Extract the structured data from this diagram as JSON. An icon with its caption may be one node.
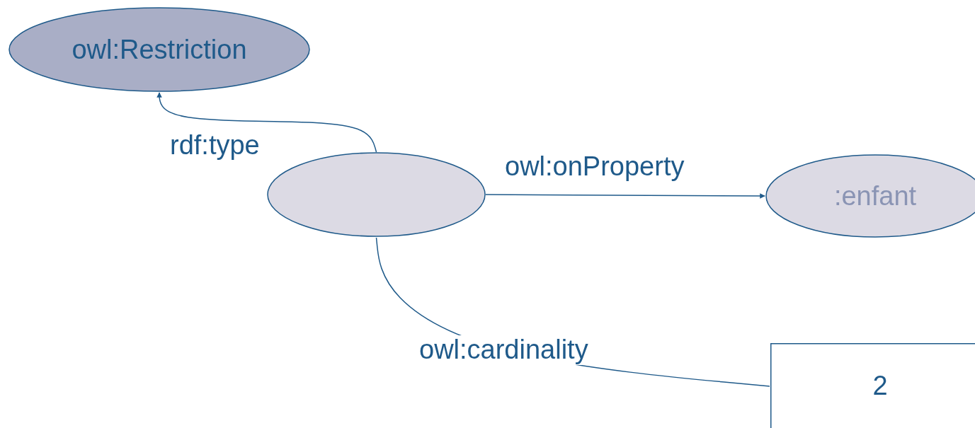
{
  "diagram": {
    "nodes": [
      {
        "text": [
          "owl:Restriction"
        ]
      },
      {
        "text": [],
        "shape": "ellipse"
      },
      {
        "text": [
          ":enfant"
        ]
      },
      {
        "text": [
          "2"
        ]
      }
    ],
    "edges": [
      {
        "from": 1,
        "to": 0,
        "arrow": "to",
        "label": "rdf:type"
      },
      {
        "from": 1,
        "to": 2,
        "arrow": "to",
        "label": "owl:onProperty"
      },
      {
        "from": 1,
        "to": 3,
        "arrow": "none",
        "label": "owl:cardinality"
      }
    ]
  }
}
